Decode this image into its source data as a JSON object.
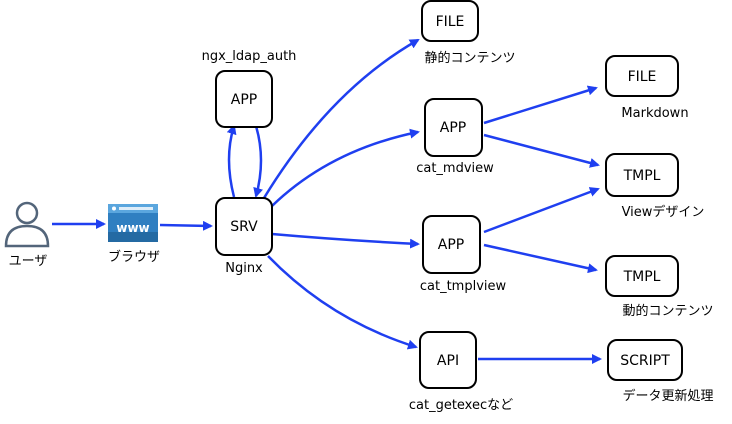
{
  "diagram": {
    "user_label": "ユーザ",
    "browser_label": "ブラウザ",
    "browser_icon_text": "www",
    "colors": {
      "edge": "#1f3ff0",
      "node_border": "#000000",
      "node_fill": "#ffffff",
      "user_icon": "#53657a",
      "browser_icon": "#2f7fc1"
    },
    "nodes": {
      "srv": {
        "label": "SRV",
        "caption": "Nginx"
      },
      "auth": {
        "label": "APP",
        "caption": "ngx_ldap_auth"
      },
      "file_top": {
        "label": "FILE",
        "caption": "静的コンテンツ"
      },
      "mdview": {
        "label": "APP",
        "caption": "cat_mdview"
      },
      "tmplview": {
        "label": "APP",
        "caption": "cat_tmplview"
      },
      "getexec": {
        "label": "API",
        "caption": "cat_getexecなど"
      },
      "md_file": {
        "label": "FILE",
        "caption": "Markdown"
      },
      "tmpl_view": {
        "label": "TMPL",
        "caption": "Viewデザイン"
      },
      "tmpl_dyn": {
        "label": "TMPL",
        "caption": "動的コンテンツ"
      },
      "script": {
        "label": "SCRIPT",
        "caption": "データ更新処理"
      }
    }
  }
}
